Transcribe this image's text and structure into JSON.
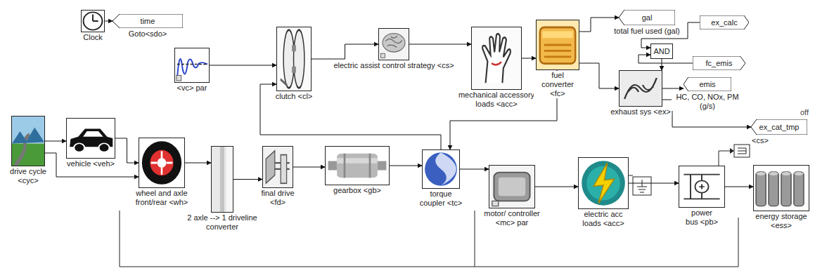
{
  "diagram": {
    "nodes": [
      {
        "text": [
          "Clock"
        ]
      },
      {
        "text": [
          "time",
          "Goto<sdo>"
        ]
      },
      {
        "text": [
          "<vc> par"
        ]
      },
      {
        "text": [
          "clutch <cl>"
        ]
      },
      {
        "text": [
          "electric assist control strategy <cs>"
        ]
      },
      {
        "text": [
          "mechanical accessory loads <acc>"
        ]
      },
      {
        "text": [
          "fuel converter <fc>"
        ]
      },
      {
        "text": [
          "gal",
          "total fuel used (gal)"
        ]
      },
      {
        "text": [
          "ex_calc"
        ]
      },
      {
        "text": [
          "AND"
        ]
      },
      {
        "text": [
          "fc_emis"
        ]
      },
      {
        "text": [
          "exhaust sys <ex>"
        ]
      },
      {
        "text": [
          "emis",
          "HC, CO, NOx, PM (g/s)"
        ]
      },
      {
        "text": [
          "ex_cat_tmp",
          "<cs>"
        ]
      },
      {
        "text": [
          "drive cycle <cyc>"
        ]
      },
      {
        "text": [
          "vehicle <veh>"
        ]
      },
      {
        "text": [
          "wheel and axle front/rear <wh>"
        ]
      },
      {
        "text": [
          "2 axle --> 1 driveline converter"
        ]
      },
      {
        "text": [
          "final drive <fd>"
        ]
      },
      {
        "text": [
          "gearbox <gb>"
        ]
      },
      {
        "text": [
          "torque coupler <tc>"
        ]
      },
      {
        "text": [
          "motor/ controller <mc> par"
        ]
      },
      {
        "text": [
          "electric acc loads <acc>"
        ]
      },
      {
        "text": [
          "power bus <pb>"
        ]
      },
      {
        "text": [
          "energy storage <ess>"
        ]
      }
    ],
    "edges": [
      {
        "from": 0,
        "to": 1,
        "arrow": "to"
      },
      {
        "from": 2,
        "to": 3,
        "arrow": "to"
      },
      {
        "from": 3,
        "to": 4,
        "arrow": "to"
      },
      {
        "from": 4,
        "to": 5,
        "arrow": "to"
      },
      {
        "from": 5,
        "to": 6,
        "arrow": "to"
      },
      {
        "from": 6,
        "to": 7,
        "arrow": "to"
      },
      {
        "from": 6,
        "to": 11,
        "arrow": "to"
      },
      {
        "from": 8,
        "to": 9,
        "arrow": "to"
      },
      {
        "from": 10,
        "to": 9,
        "arrow": "to"
      },
      {
        "from": 9,
        "to": 11,
        "arrow": "to"
      },
      {
        "from": 11,
        "to": 12,
        "arrow": "to"
      },
      {
        "from": 11,
        "to": 13,
        "arrow": "to"
      },
      {
        "from": 14,
        "to": 15,
        "arrow": "to"
      },
      {
        "from": 15,
        "to": 16,
        "arrow": "to"
      },
      {
        "from": 16,
        "to": 17,
        "arrow": "to"
      },
      {
        "from": 17,
        "to": 18,
        "arrow": "to"
      },
      {
        "from": 18,
        "to": 19,
        "arrow": "to"
      },
      {
        "from": 19,
        "to": 20,
        "arrow": "to"
      },
      {
        "from": 20,
        "to": 21,
        "arrow": "to"
      },
      {
        "from": 21,
        "to": 22,
        "arrow": "to"
      },
      {
        "from": 22,
        "to": 23,
        "arrow": "to"
      },
      {
        "from": 23,
        "to": 24,
        "arrow": "to"
      },
      {
        "from": 20,
        "to": 3,
        "arrow": "to"
      },
      {
        "from": 14,
        "to": 16,
        "arrow": "to"
      },
      {
        "from": 6,
        "to": 20,
        "arrow": "to"
      }
    ],
    "labels": [
      "off"
    ]
  }
}
